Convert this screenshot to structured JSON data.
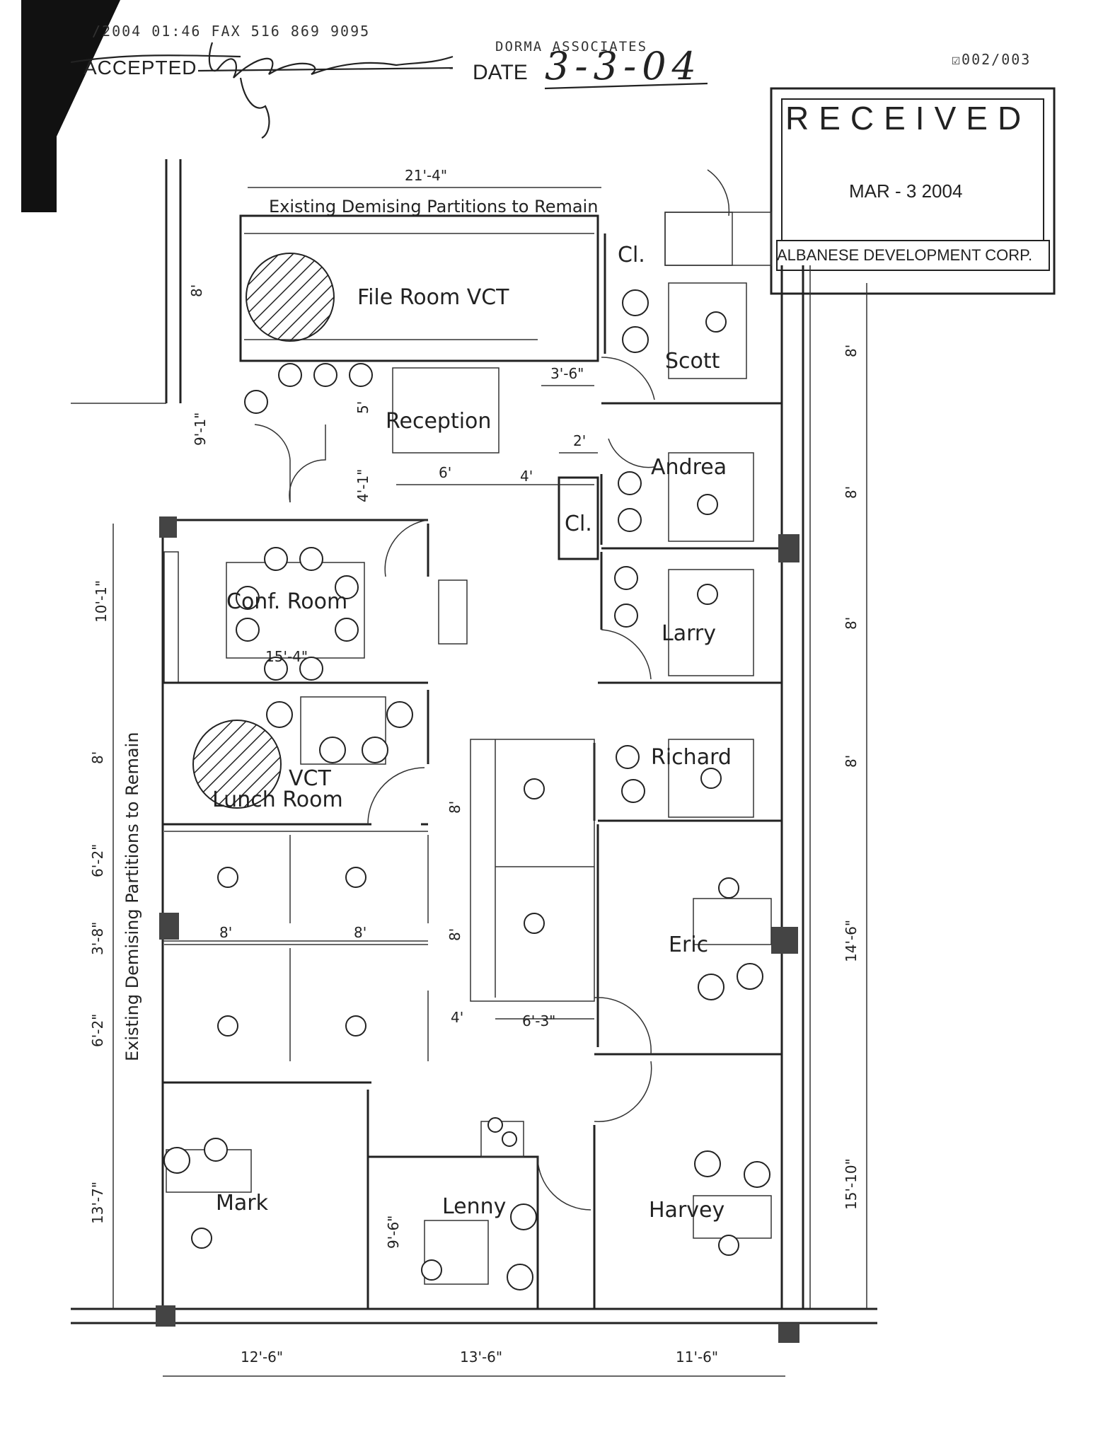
{
  "fax_header": {
    "line": "/2004 01:46 FAX  516 869 9095",
    "company": "DORMA ASSOCIATES",
    "page": "002/003",
    "accepted_label": "ACCEPTED",
    "date_label": "DATE",
    "date_value": "3-3-04"
  },
  "stamp": {
    "title": "RECEIVED",
    "date": "MAR - 3 2004",
    "company": "ALBANESE DEVELOPMENT CORP."
  },
  "plan": {
    "top_dimension": "21'-4\"",
    "top_note": "Existing Demising Partitions to Remain",
    "side_note": "Existing Demising Partitions to Remain",
    "rooms": {
      "file_room": "File Room VCT",
      "closet_top": "Cl.",
      "closet_mid": "Cl.",
      "scott": "Scott",
      "reception": "Reception",
      "andrea": "Andrea",
      "conf_room": "Conf. Room",
      "larry": "Larry",
      "lunch_vct": "VCT",
      "lunch_room": "Lunch Room",
      "richard": "Richard",
      "eric": "Eric",
      "mark": "Mark",
      "lenny": "Lenny",
      "harvey": "Harvey"
    },
    "dimensions": {
      "d8_file": "8'",
      "d9_1": "9'-1\"",
      "d3_6": "3'-6\"",
      "d5": "5'",
      "d2": "2'",
      "d4_1": "4'-1\"",
      "d6": "6'",
      "d4": "4'",
      "d10_1": "10'-1\"",
      "d15_4": "15'-4\"",
      "d8_l1": "8'",
      "d6_2a": "6'-2\"",
      "d3_8": "3'-8\"",
      "d6_2b": "6'-2\"",
      "d13_7": "13'-7\"",
      "d8_w1": "8'",
      "d8_w2": "8'",
      "d8_c1": "8'",
      "d8_c2": "8'",
      "d4_c": "4'",
      "d6_3": "6'-3\"",
      "d9_6": "9'-6\"",
      "r8_1": "8'",
      "r8_2": "8'",
      "r8_3": "8'",
      "r8_4": "8'",
      "r14_6": "14'-6\"",
      "r15_10": "15'-10\"",
      "b12_6": "12'-6\"",
      "b13_6": "13'-6\"",
      "b11_6": "11'-6\""
    }
  }
}
